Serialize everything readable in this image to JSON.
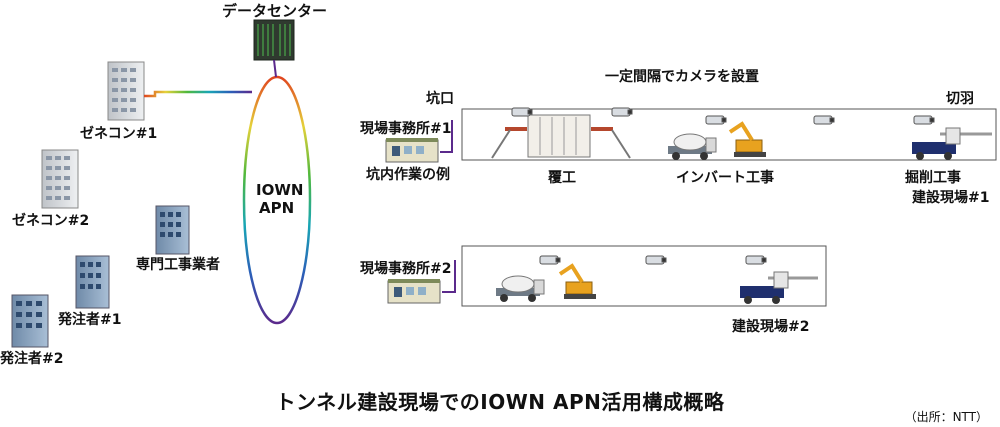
{
  "diagram": {
    "title": "トンネル建設現場でのIOWN APN活用構成概略",
    "source": "（出所：NTT）",
    "network": {
      "line1": "IOWN",
      "line2": "APN"
    },
    "datacenter": "データセンター",
    "contractors": [
      "ゼネコン#1",
      "ゼネコン#2",
      "専門工事業者",
      "発注者#1",
      "発注者#2"
    ],
    "site1": {
      "name": "建設現場#1",
      "office": "現場事務所#1",
      "example": "坑内作業の例",
      "tunnel_entrance": "坑口",
      "tunnel_face": "切羽",
      "camera_note": "一定間隔でカメラを設置",
      "works": [
        "覆工",
        "インバート工事",
        "掘削工事"
      ]
    },
    "site2": {
      "name": "建設現場#2",
      "office": "現場事務所#2"
    }
  },
  "colors": {
    "rainbow": [
      "#5b2a8c",
      "#2b5fb8",
      "#19a6b5",
      "#4fb83c",
      "#e5d13a",
      "#e0451f"
    ],
    "line": "#d63a2a",
    "box_border": "#555555"
  }
}
